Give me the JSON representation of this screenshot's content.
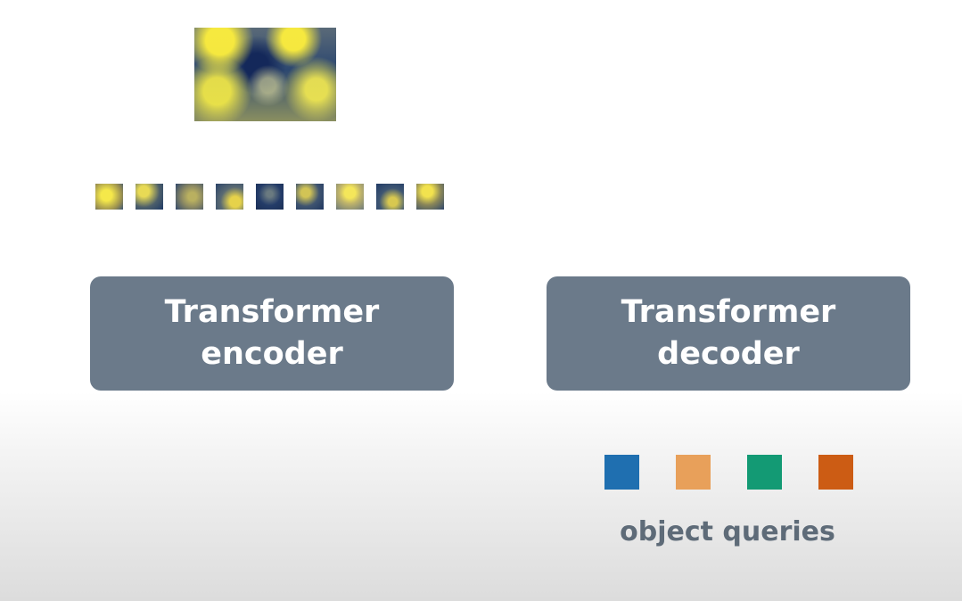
{
  "encoder": {
    "label": "Transformer\nencoder",
    "color": "#6b7a8a"
  },
  "decoder": {
    "label": "Transformer\ndecoder",
    "color": "#6b7a8a"
  },
  "queries": {
    "caption": "object queries",
    "colors": [
      "#1f6fb0",
      "#e8a05a",
      "#139a74",
      "#cc5c14"
    ]
  },
  "patch_count": 9
}
